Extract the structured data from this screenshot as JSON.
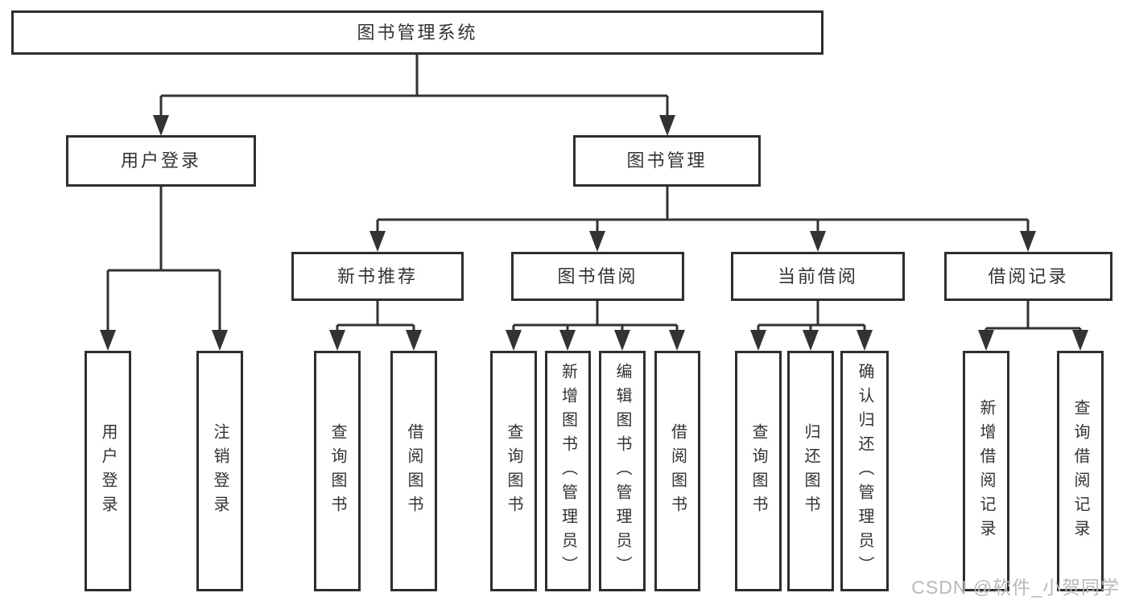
{
  "diagram_type": "hierarchy-tree",
  "colors": {
    "background": "#ffffff",
    "line": "#333333",
    "box_border": "#2e2e2e",
    "box_text": "#333333",
    "watermark_text": "#b9b9b9"
  },
  "nodes": {
    "root": "图书管理系统",
    "user_login": "用户登录",
    "book_mgmt": "图书管理",
    "new_book_rec": "新书推荐",
    "book_borrow": "图书借阅",
    "current_borrow": "当前借阅",
    "borrow_records": "借阅记录",
    "leaf_user_login": "用户登录",
    "leaf_logout": "注销登录",
    "leaf_newbook_query": "查询图书",
    "leaf_newbook_borrow": "借阅图书",
    "leaf_borrow_query": "查询图书",
    "leaf_borrow_add": "新增图书（管理员）",
    "leaf_borrow_edit": "编辑图书（管理员）",
    "leaf_borrow_borrow": "借阅图书",
    "leaf_current_query": "查询图书",
    "leaf_current_return": "归还图书",
    "leaf_current_confirm": "确认归还（管理员）",
    "leaf_records_add": "新增借阅记录",
    "leaf_records_query": "查询借阅记录"
  },
  "tree": {
    "图书管理系统": {
      "用户登录": [
        "用户登录",
        "注销登录"
      ],
      "图书管理": {
        "新书推荐": [
          "查询图书",
          "借阅图书"
        ],
        "图书借阅": [
          "查询图书",
          "新增图书（管理员）",
          "编辑图书（管理员）",
          "借阅图书"
        ],
        "当前借阅": [
          "查询图书",
          "归还图书",
          "确认归还（管理员）"
        ],
        "借阅记录": [
          "新增借阅记录",
          "查询借阅记录"
        ]
      }
    }
  },
  "watermark": {
    "text": "CSDN @软件_小贺同学"
  }
}
